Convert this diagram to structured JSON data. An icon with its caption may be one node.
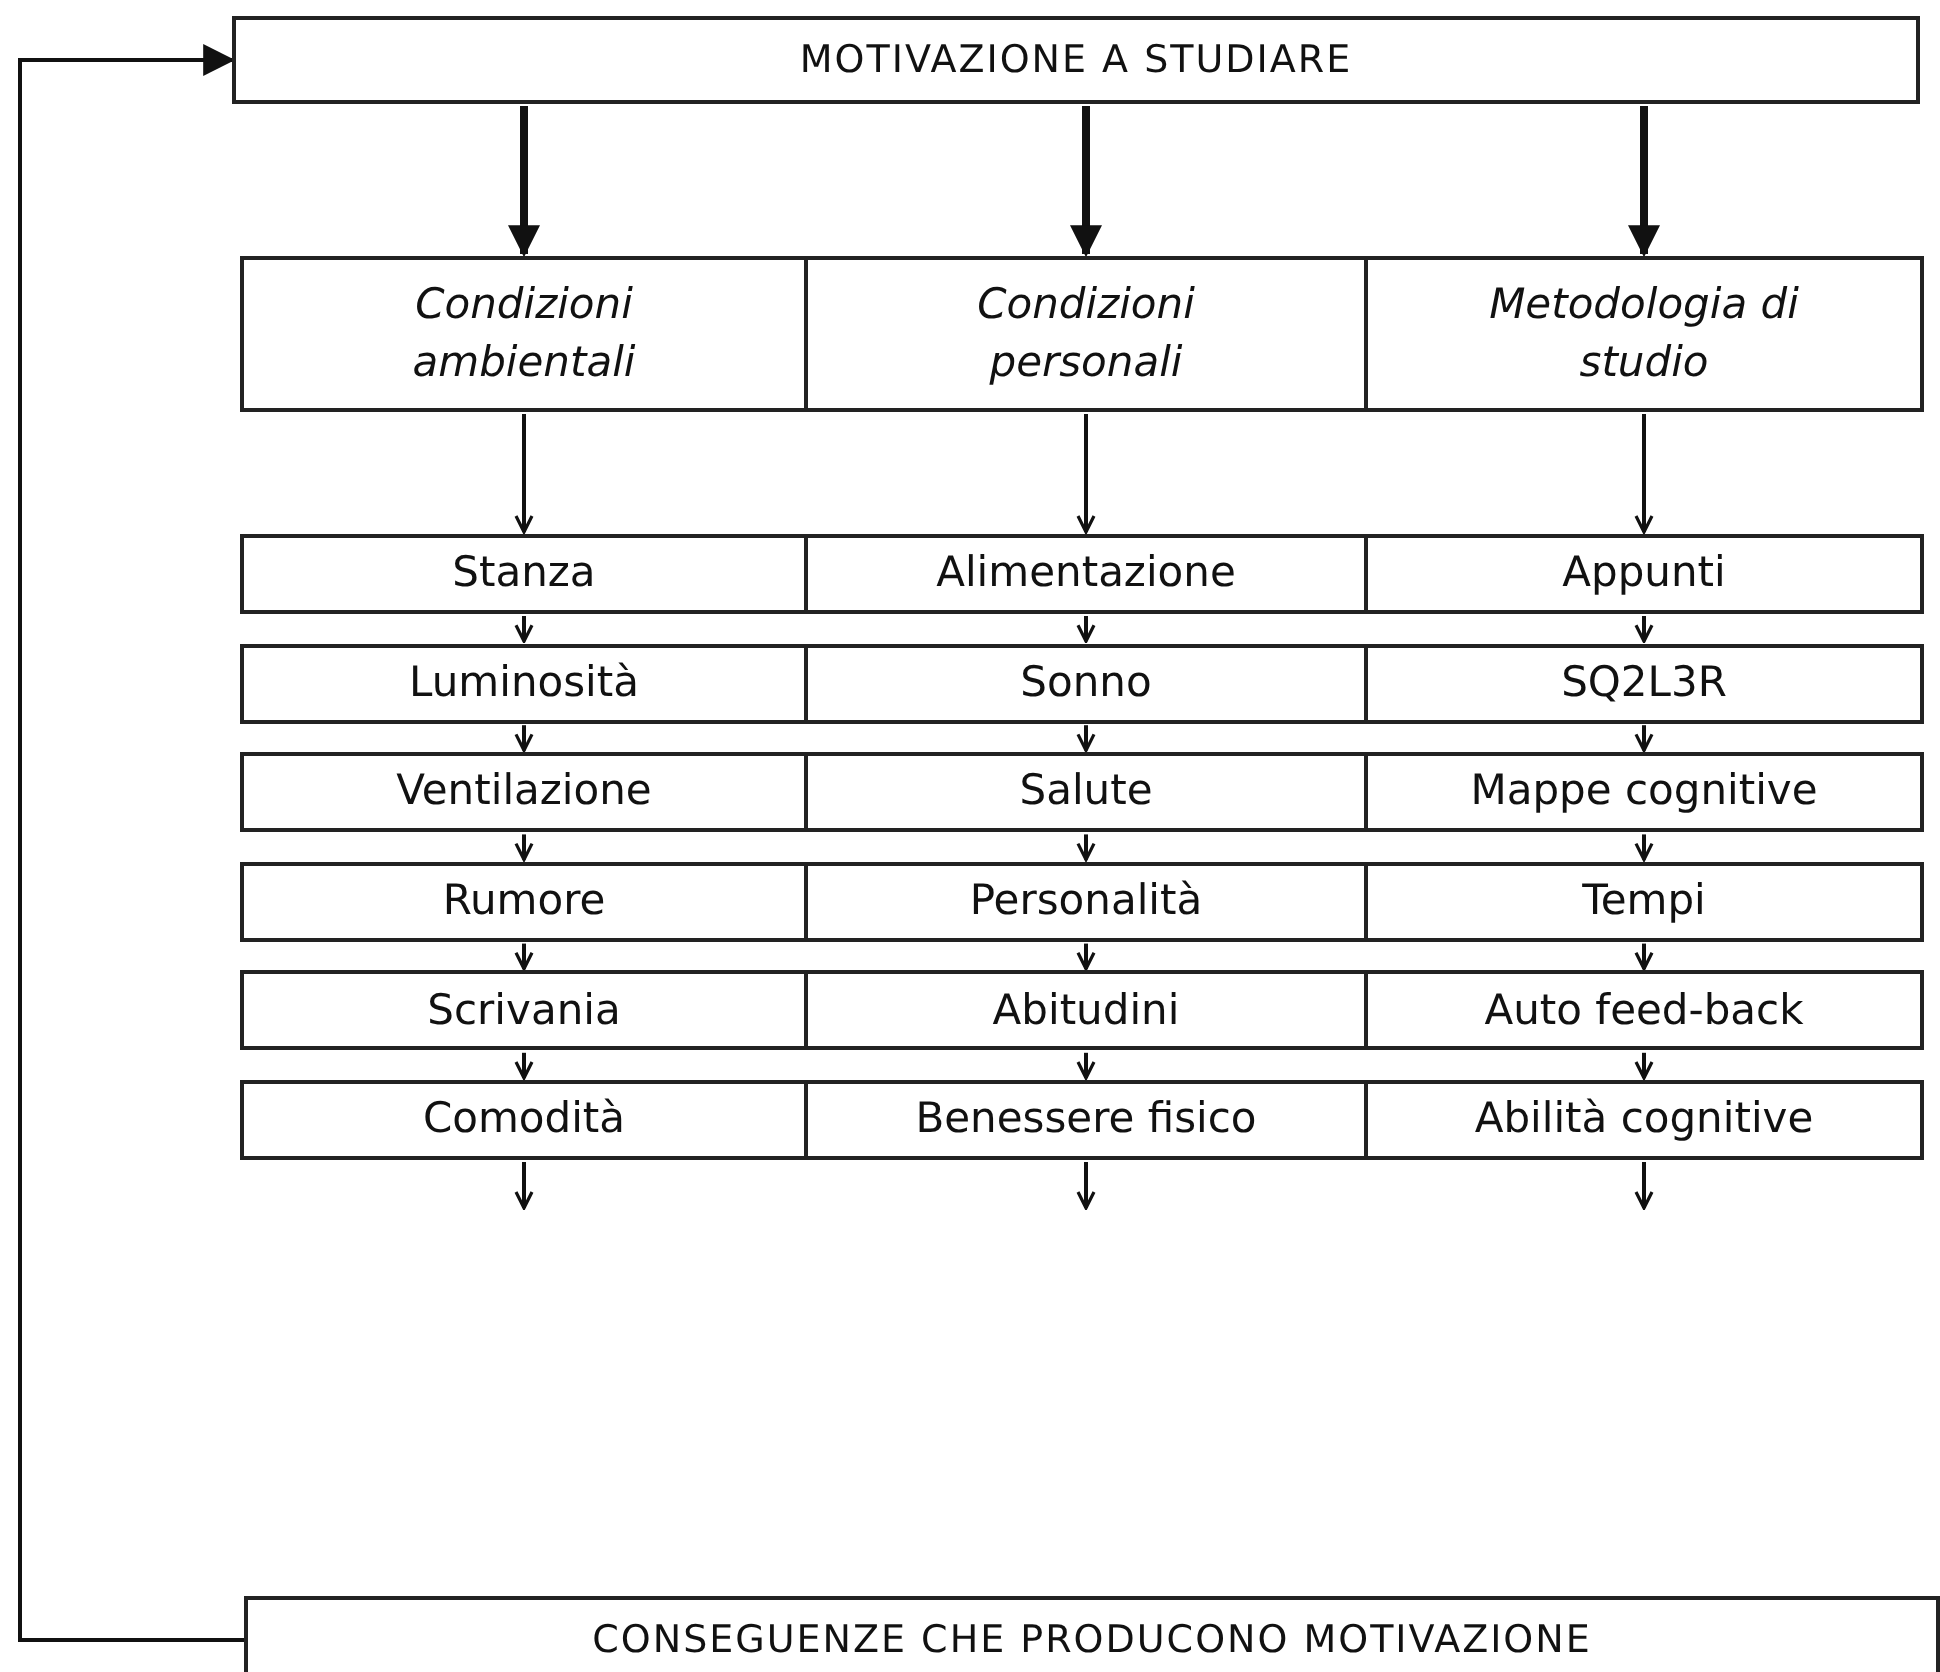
{
  "diagram": {
    "nodes": [
      {
        "text": [
          "MOTIVAZIONE A STUDIARE"
        ]
      },
      {
        "text": [
          "Condizioni ambientali"
        ]
      },
      {
        "text": [
          "Condizioni personali"
        ]
      },
      {
        "text": [
          "Metodologia di studio"
        ]
      },
      {
        "text": [
          "Stanza"
        ]
      },
      {
        "text": [
          "Alimentazione"
        ]
      },
      {
        "text": [
          "Appunti"
        ]
      },
      {
        "text": [
          "Luminosità"
        ]
      },
      {
        "text": [
          "Sonno"
        ]
      },
      {
        "text": [
          "SQ2L3R"
        ]
      },
      {
        "text": [
          "Ventilazione"
        ]
      },
      {
        "text": [
          "Salute"
        ]
      },
      {
        "text": [
          "Mappe cognitive"
        ]
      },
      {
        "text": [
          "Rumore"
        ]
      },
      {
        "text": [
          "Personalità"
        ]
      },
      {
        "text": [
          "Tempi"
        ]
      },
      {
        "text": [
          "Scrivania"
        ]
      },
      {
        "text": [
          "Abitudini"
        ]
      },
      {
        "text": [
          "Auto feed-back"
        ]
      },
      {
        "text": [
          "Comodità"
        ]
      },
      {
        "text": [
          "Benessere fisico"
        ]
      },
      {
        "text": [
          "Abilità cognitive"
        ]
      },
      {
        "text": [
          "CONSEGUENZE CHE PRODUCONO MOTIVAZIONE"
        ]
      }
    ],
    "edges": [
      {
        "from": 0,
        "to": 1,
        "arrow": "to",
        "style": "thick"
      },
      {
        "from": 0,
        "to": 2,
        "arrow": "to",
        "style": "thick"
      },
      {
        "from": 0,
        "to": 3,
        "arrow": "to",
        "style": "thick"
      },
      {
        "from": 1,
        "to": 4,
        "arrow": "to"
      },
      {
        "from": 2,
        "to": 5,
        "arrow": "to"
      },
      {
        "from": 3,
        "to": 6,
        "arrow": "to"
      },
      {
        "from": 4,
        "to": 7,
        "arrow": "to"
      },
      {
        "from": 5,
        "to": 8,
        "arrow": "to"
      },
      {
        "from": 6,
        "to": 9,
        "arrow": "to"
      },
      {
        "from": 7,
        "to": 10,
        "arrow": "to"
      },
      {
        "from": 8,
        "to": 11,
        "arrow": "to"
      },
      {
        "from": 9,
        "to": 12,
        "arrow": "to"
      },
      {
        "from": 10,
        "to": 13,
        "arrow": "to"
      },
      {
        "from": 11,
        "to": 14,
        "arrow": "to"
      },
      {
        "from": 12,
        "to": 15,
        "arrow": "to"
      },
      {
        "from": 13,
        "to": 16,
        "arrow": "to"
      },
      {
        "from": 14,
        "to": 17,
        "arrow": "to"
      },
      {
        "from": 15,
        "to": 18,
        "arrow": "to"
      },
      {
        "from": 16,
        "to": 19,
        "arrow": "to"
      },
      {
        "from": 17,
        "to": 20,
        "arrow": "to"
      },
      {
        "from": 18,
        "to": 21,
        "arrow": "to"
      },
      {
        "from": 19,
        "to": null,
        "arrow": "to"
      },
      {
        "from": 20,
        "to": null,
        "arrow": "to"
      },
      {
        "from": 21,
        "to": null,
        "arrow": "to"
      },
      {
        "from": 22,
        "to": 0,
        "arrow": "to"
      }
    ]
  }
}
